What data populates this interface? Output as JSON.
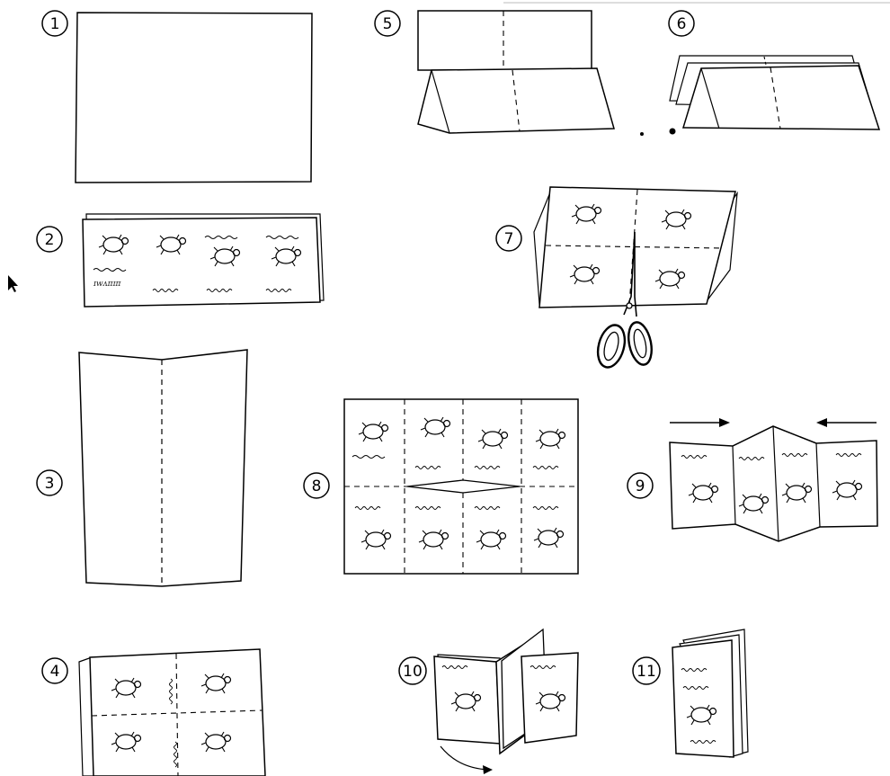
{
  "steps": [
    {
      "id": "step-1",
      "number": "1"
    },
    {
      "id": "step-2",
      "number": "2"
    },
    {
      "id": "step-3",
      "number": "3"
    },
    {
      "id": "step-4",
      "number": "4"
    },
    {
      "id": "step-5",
      "number": "5"
    },
    {
      "id": "step-6",
      "number": "6"
    },
    {
      "id": "step-7",
      "number": "7"
    },
    {
      "id": "step-8",
      "number": "8"
    },
    {
      "id": "step-9",
      "number": "9"
    },
    {
      "id": "step-10",
      "number": "10"
    },
    {
      "id": "step-11",
      "number": "11"
    }
  ],
  "page_labels": {
    "strip_caption": "ɪwᴧᴨɪᴨ"
  }
}
